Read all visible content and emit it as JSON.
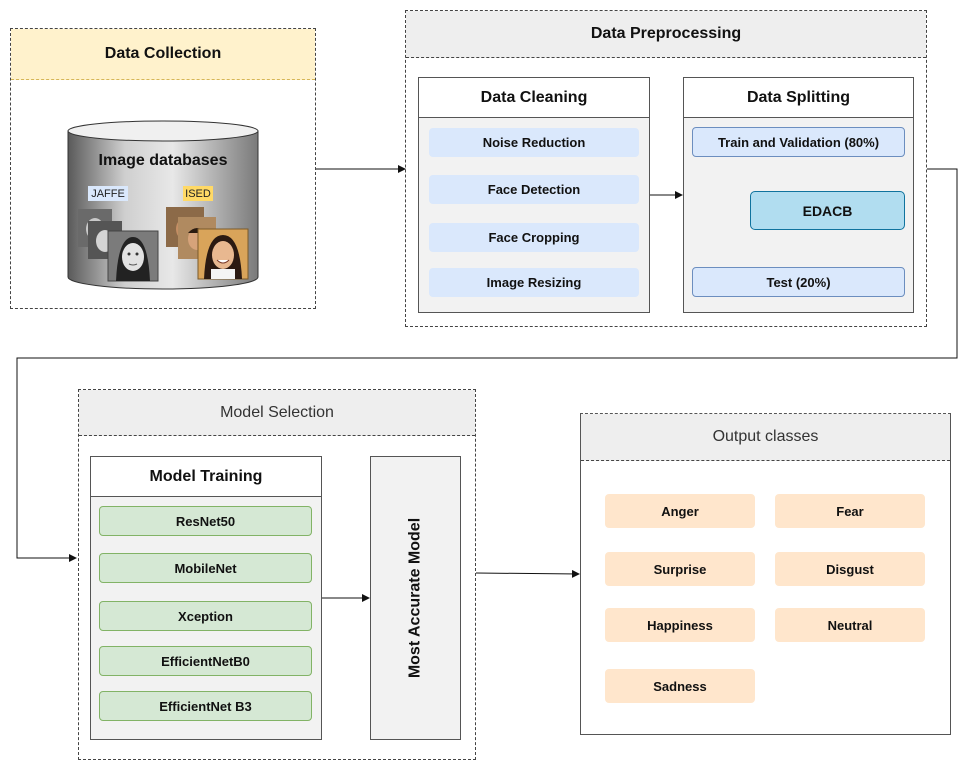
{
  "data_collection": {
    "title": "Data Collection",
    "db_label": "Image databases",
    "dataset_a": "JAFFE",
    "dataset_b": "ISED"
  },
  "preprocessing": {
    "title": "Data Preprocessing",
    "cleaning": {
      "title": "Data Cleaning",
      "steps": [
        "Noise Reduction",
        "Face Detection",
        "Face Cropping",
        "Image Resizing"
      ]
    },
    "splitting": {
      "title": "Data Splitting",
      "train": "Train and Validation (80%)",
      "edacb": "EDACB",
      "test": "Test (20%)"
    }
  },
  "model_selection": {
    "title": "Model Selection",
    "training": {
      "title": "Model Training",
      "models": [
        "ResNet50",
        "MobileNet",
        "Xception",
        "EfficientNetB0",
        "EfficientNet B3"
      ]
    },
    "best": "Most Accurate Model"
  },
  "output": {
    "title": "Output classes",
    "classes": [
      "Anger",
      "Fear",
      "Surprise",
      "Disgust",
      "Happiness",
      "Neutral",
      "Sadness"
    ]
  },
  "colors": {
    "collection_header": "#fff2cc",
    "header_gray": "#eeeeee",
    "blue_fill": "#dae8fc",
    "edacb_fill": "#b1ddf0",
    "green_fill": "#d5e8d4",
    "peach_fill": "#ffe6cc"
  }
}
